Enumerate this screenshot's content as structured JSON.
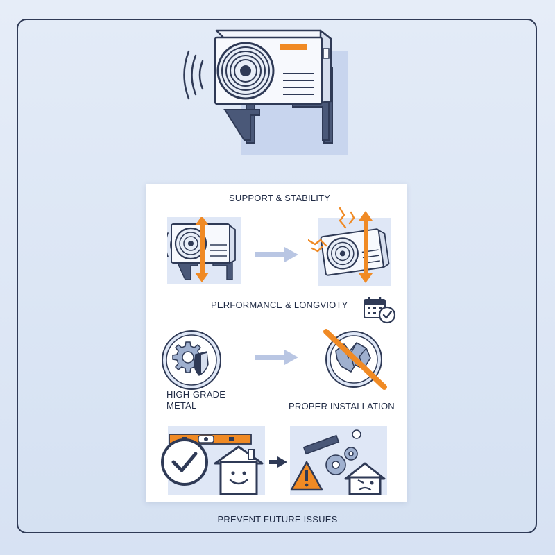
{
  "colors": {
    "outline": "#2f3a56",
    "accent": "#f08a24",
    "tile_bg": "#dfe7f6",
    "panel_bg": "#ffffff"
  },
  "labels": {
    "support": "SUPPORT & STABILITY",
    "performance": "PERFORMANCE & LONGVIOTY",
    "metal_line1": "HIGH-GRADE",
    "metal_line2": "METAL",
    "installation": "PROPER INSTALLATION",
    "footer": "PREVENT FUTURE ISSUES"
  },
  "icons": [
    "air-conditioner-unit-icon",
    "wall-bracket-icon",
    "vibration-waves-icon",
    "vertical-arrow-icon",
    "right-arrow-icon",
    "calendar-check-icon",
    "gear-shield-icon",
    "crossed-out-broken-bracket-icon",
    "spirit-level-icon",
    "check-circle-icon",
    "happy-house-icon",
    "warning-triangle-icon",
    "gears-icon",
    "sad-house-icon"
  ]
}
